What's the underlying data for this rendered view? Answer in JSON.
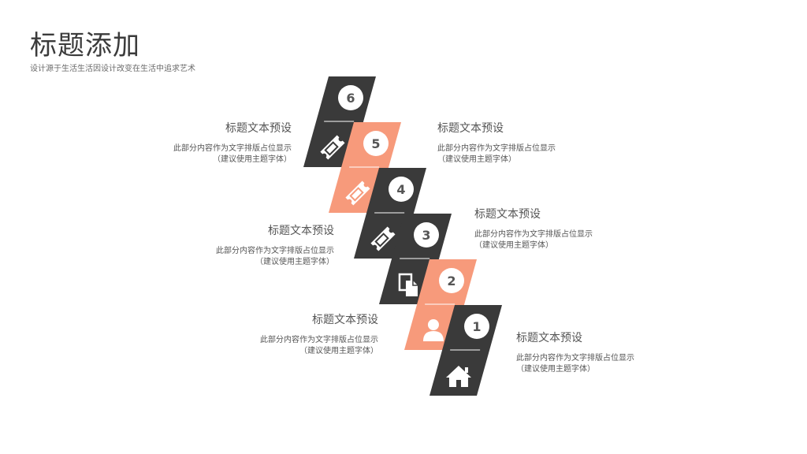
{
  "page": {
    "title": "标题添加",
    "subtitle": "设计源于生活生活因设计改变在生活中追求艺术"
  },
  "colors": {
    "dark": "#3a3a3a",
    "accent": "#f79a7b",
    "white": "#ffffff"
  },
  "steps": [
    {
      "number": "1",
      "color": "dark",
      "icon": "home-icon"
    },
    {
      "number": "2",
      "color": "accent",
      "icon": "user-icon"
    },
    {
      "number": "3",
      "color": "dark",
      "icon": "document-icon"
    },
    {
      "number": "4",
      "color": "dark",
      "icon": "ticket-icon"
    },
    {
      "number": "5",
      "color": "accent",
      "icon": "ticket-icon"
    },
    {
      "number": "6",
      "color": "dark",
      "icon": "ticket-icon"
    }
  ],
  "labels": [
    {
      "title": "标题文本预设",
      "desc": "此部分内容作为文字排版占位显示\n（建议使用主题字体）"
    },
    {
      "title": "标题文本预设",
      "desc": "此部分内容作为文字排版占位显示\n（建议使用主题字体）"
    },
    {
      "title": "标题文本预设",
      "desc": "此部分内容作为文字排版占位显示\n（建议使用主题字体）"
    },
    {
      "title": "标题文本预设",
      "desc": "此部分内容作为文字排版占位显示\n（建议使用主题字体）"
    },
    {
      "title": "标题文本预设",
      "desc": "此部分内容作为文字排版占位显示\n（建议使用主题字体）"
    },
    {
      "title": "标题文本预设",
      "desc": "此部分内容作为文字排版占位显示\n（建议使用主题字体）"
    }
  ]
}
